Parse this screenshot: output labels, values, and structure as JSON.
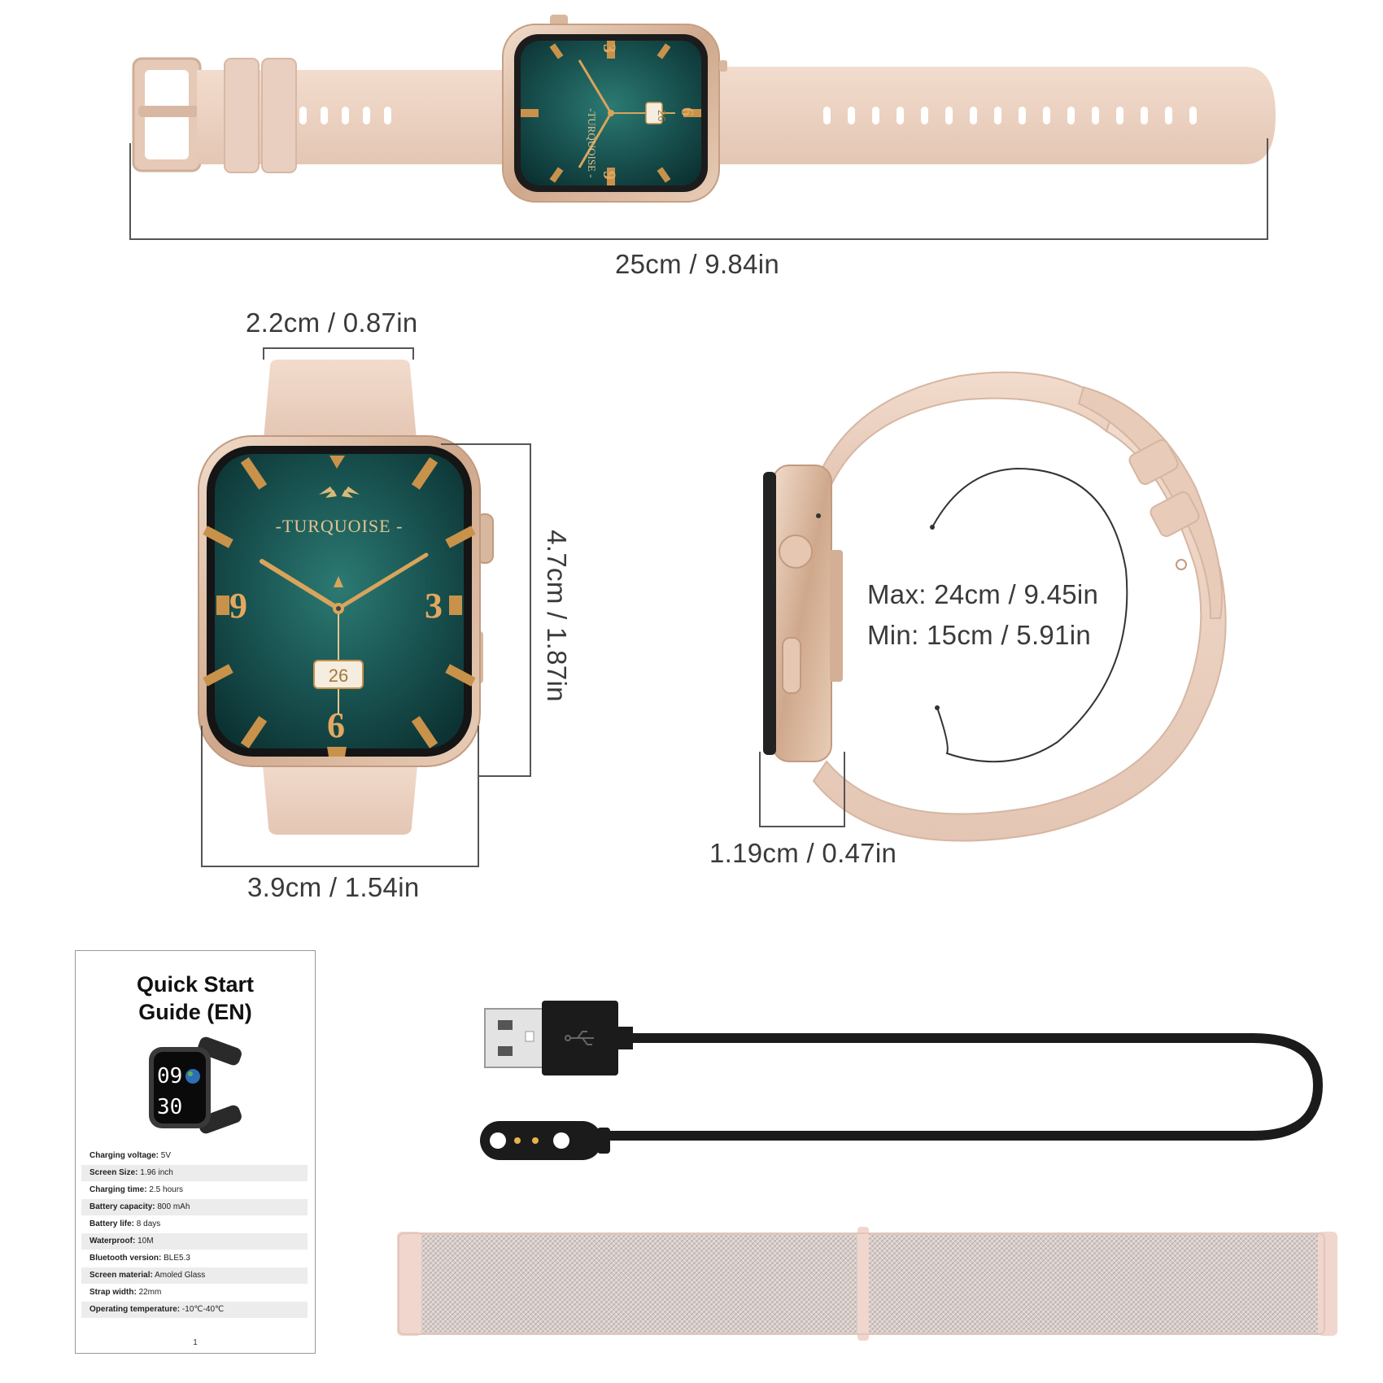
{
  "dimensions": {
    "strap_length": "25cm / 9.84in",
    "strap_width": "2.2cm / 0.87in",
    "case_height": "4.7cm / 1.87in",
    "case_width": "3.9cm / 1.54in",
    "thickness": "1.19cm / 0.47in",
    "wrist_max": "Max: 24cm / 9.45in",
    "wrist_min": "Min: 15cm / 5.91in"
  },
  "watch_face": {
    "brand": "-TURQUOISE -",
    "date": "26",
    "numerals": [
      "3",
      "6",
      "9"
    ]
  },
  "guide": {
    "title": "Quick Start Guide (EN)",
    "mini_watch_time_h": "09",
    "mini_watch_time_m": "30",
    "specs": [
      {
        "label": "Charging voltage:",
        "value": "5V"
      },
      {
        "label": "Screen Size:",
        "value": "1.96 inch"
      },
      {
        "label": "Charging time:",
        "value": "2.5 hours"
      },
      {
        "label": "Battery capacity:",
        "value": "800 mAh"
      },
      {
        "label": "Battery life:",
        "value": "8 days"
      },
      {
        "label": "Waterproof:",
        "value": "10M"
      },
      {
        "label": "Bluetooth version:",
        "value": "BLE5.3"
      },
      {
        "label": "Screen material:",
        "value": "Amoled Glass"
      },
      {
        "label": "Strap width:",
        "value": "22mm"
      },
      {
        "label": "Operating temperature:",
        "value": "-10℃-40℃"
      }
    ],
    "page_number": "1"
  },
  "colors": {
    "strap": "#ecd3c4",
    "case": "#d8b79f",
    "dial": "#1a5a58",
    "gold": "#c9924a",
    "cable": "#1b1b1b"
  }
}
